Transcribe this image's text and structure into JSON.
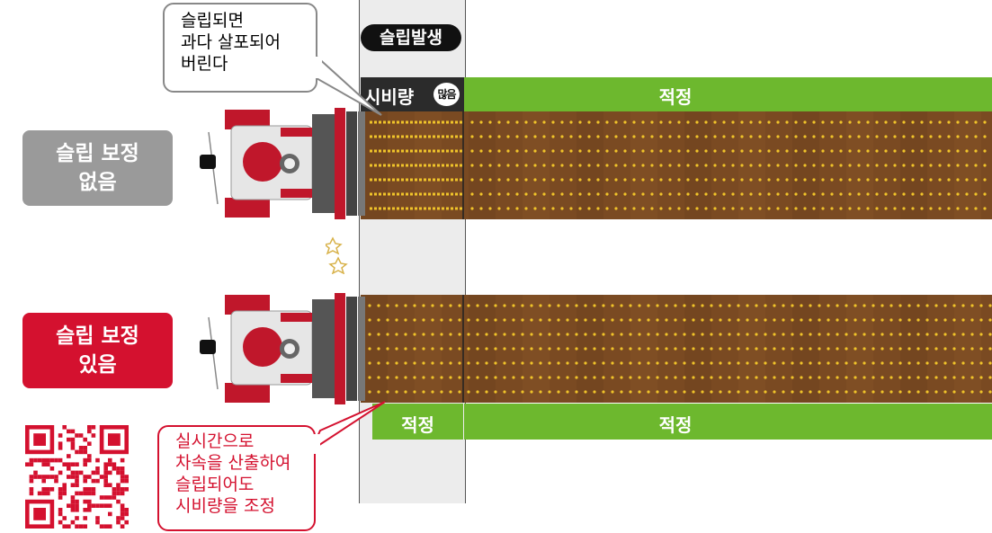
{
  "labels": {
    "without_correction": [
      "슬립 보정",
      "없음"
    ],
    "with_correction": [
      "슬립 보정",
      "있음"
    ]
  },
  "bubbles": {
    "top": [
      "슬립되면",
      "과다 살포되어",
      "버린다"
    ],
    "bottom": [
      "실시간으로",
      "차속을 산출하여",
      "슬립되어도",
      "시비량을 조정"
    ]
  },
  "slip_pill": "슬립발생",
  "top_band": {
    "dark_label": "시비량",
    "badge": "많음",
    "green_label": "적정"
  },
  "bottom_band": {
    "left_label": "적정",
    "right_label": "적정"
  },
  "colors": {
    "gray_box": "#9a9a9a",
    "red_box": "#d4112f",
    "green": "#6db82e",
    "dark_band": "#2b2b2b",
    "soil": "#7a4a22",
    "dot": "#f0c42a",
    "slip_zone": "#ececec",
    "red_outline": "#d4112f"
  },
  "icons": [
    "tractor-icon",
    "qr-code-icon",
    "sparkle-icon"
  ]
}
